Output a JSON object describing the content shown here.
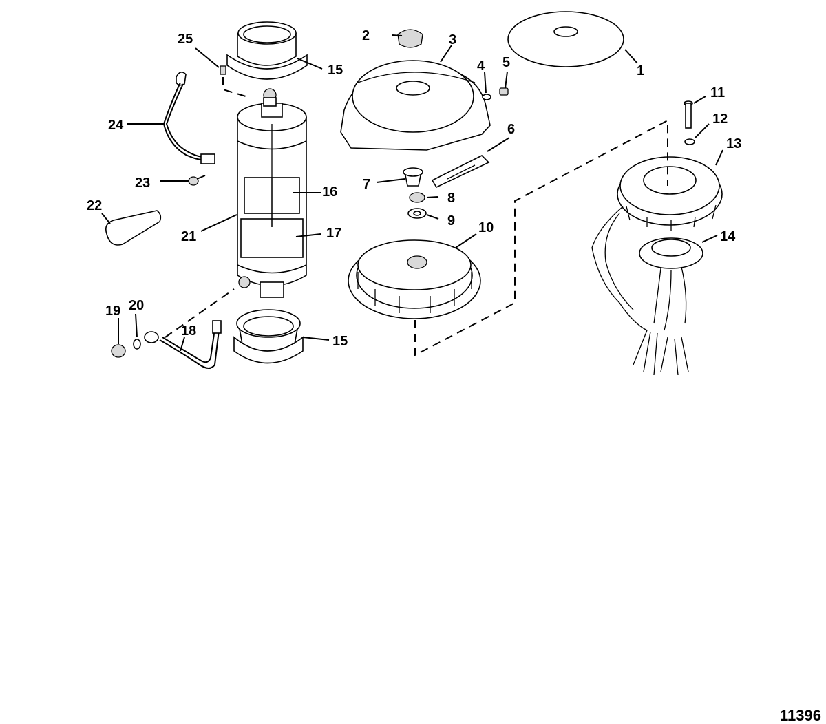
{
  "diagram": {
    "reference_number": "11396",
    "callouts": [
      "1",
      "2",
      "3",
      "4",
      "5",
      "6",
      "7",
      "8",
      "9",
      "10",
      "11",
      "12",
      "13",
      "14",
      "15",
      "15",
      "16",
      "17",
      "18",
      "19",
      "20",
      "21",
      "22",
      "23",
      "24",
      "25"
    ]
  }
}
